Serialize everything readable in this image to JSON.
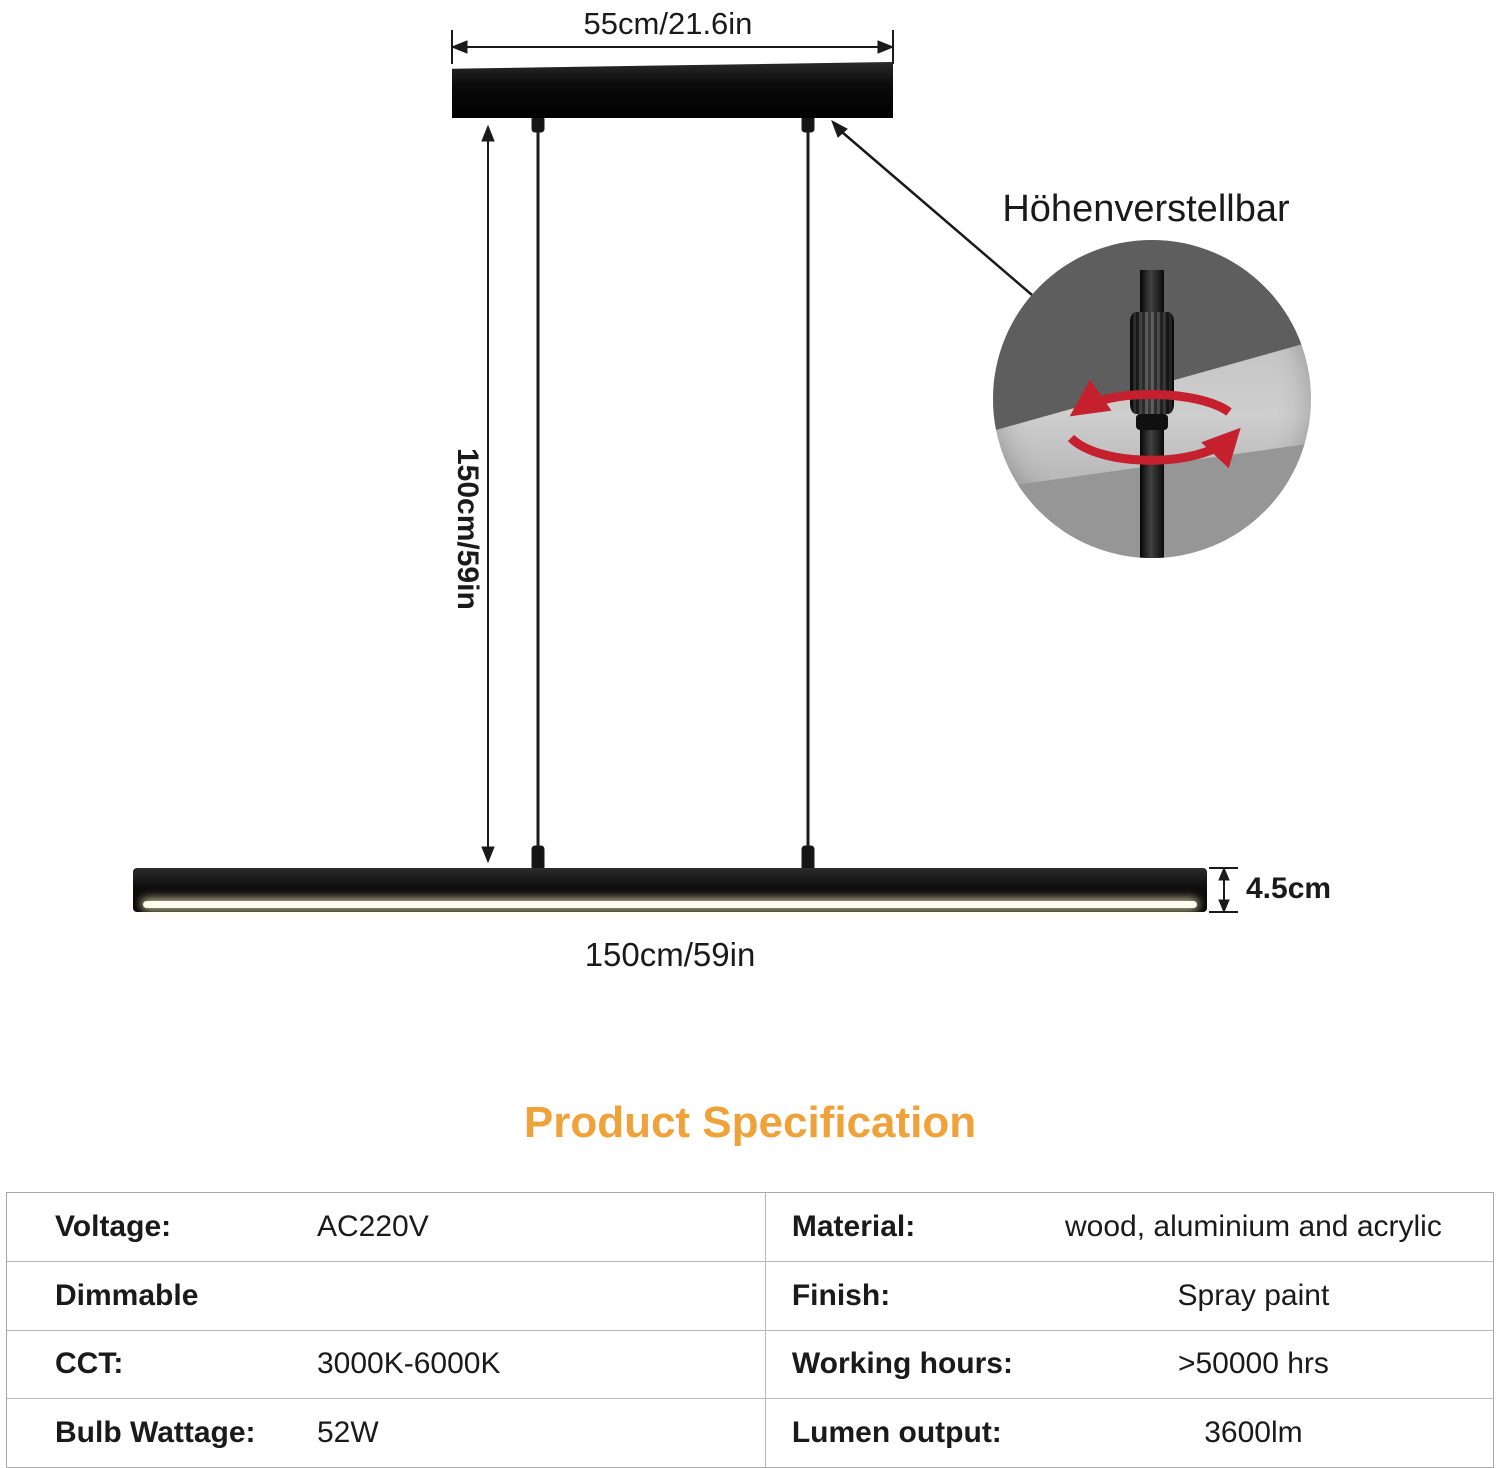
{
  "diagram": {
    "top_width_label": "55cm/21.6in",
    "drop_height_label": "150cm/59in",
    "lamp_length_label": "150cm/59in",
    "lamp_height_label": "4.5cm",
    "callout_label": "Höhenverstellbar"
  },
  "spec": {
    "title": "Product Specification",
    "left_rows": [
      {
        "label": "Voltage:",
        "value": "AC220V"
      },
      {
        "label": "Dimmable",
        "value": ""
      },
      {
        "label": "CCT:",
        "value": "3000K-6000K"
      },
      {
        "label": "Bulb Wattage:",
        "value": "52W"
      }
    ],
    "right_rows": [
      {
        "label": "Material:",
        "value": "wood, aluminium and acrylic"
      },
      {
        "label": "Finish:",
        "value": "Spray paint"
      },
      {
        "label": "Working hours:",
        "value": ">50000 hrs"
      },
      {
        "label": "Lumen output:",
        "value": "3600lm"
      }
    ]
  },
  "colors": {
    "title_orange": "#f0a23a",
    "rotation_arrow_red": "#c4202e",
    "lamp_black": "#0d0d0d"
  }
}
